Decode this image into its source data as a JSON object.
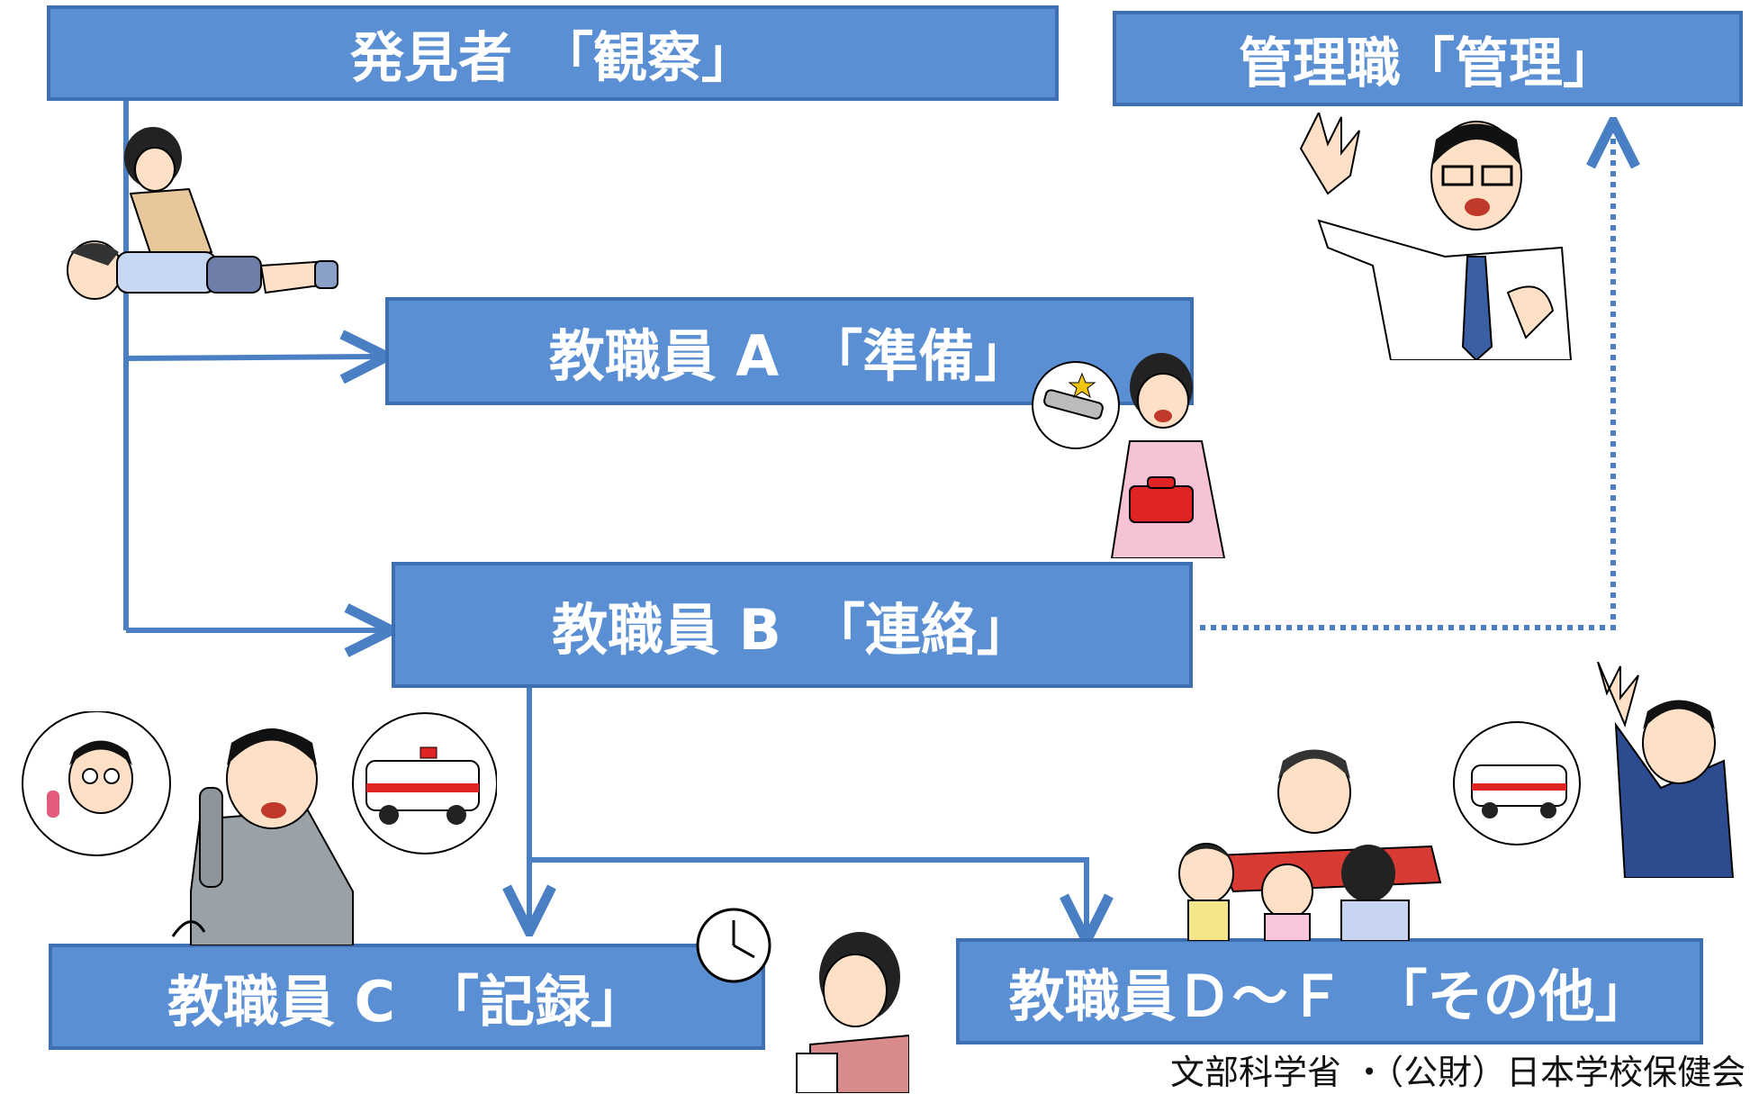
{
  "roles": {
    "discoverer": "発見者　「観察」",
    "manager": "管理職「管理」",
    "staff_a": "教職員 A　「準備」",
    "staff_b": "教職員 B　「連絡」",
    "staff_c": "教職員 C　「記録」",
    "staff_df": "教職員Ｄ～Ｆ　「その他」"
  },
  "credit": "文部科学省 ・（公財）日本学校保健会",
  "colors": {
    "box_fill": "#5a8fd4",
    "box_border": "#3e6fb0",
    "connector": "#4a7fc4"
  },
  "icons": [
    "person-kneeling-icon",
    "collapsed-student-icon",
    "manager-raising-hand-icon",
    "epipen-icon",
    "first-aid-kit-icon",
    "phone-caller-icon",
    "ambulance-icon",
    "clock-icon",
    "note-taker-icon",
    "students-group-icon",
    "waving-teacher-icon"
  ]
}
